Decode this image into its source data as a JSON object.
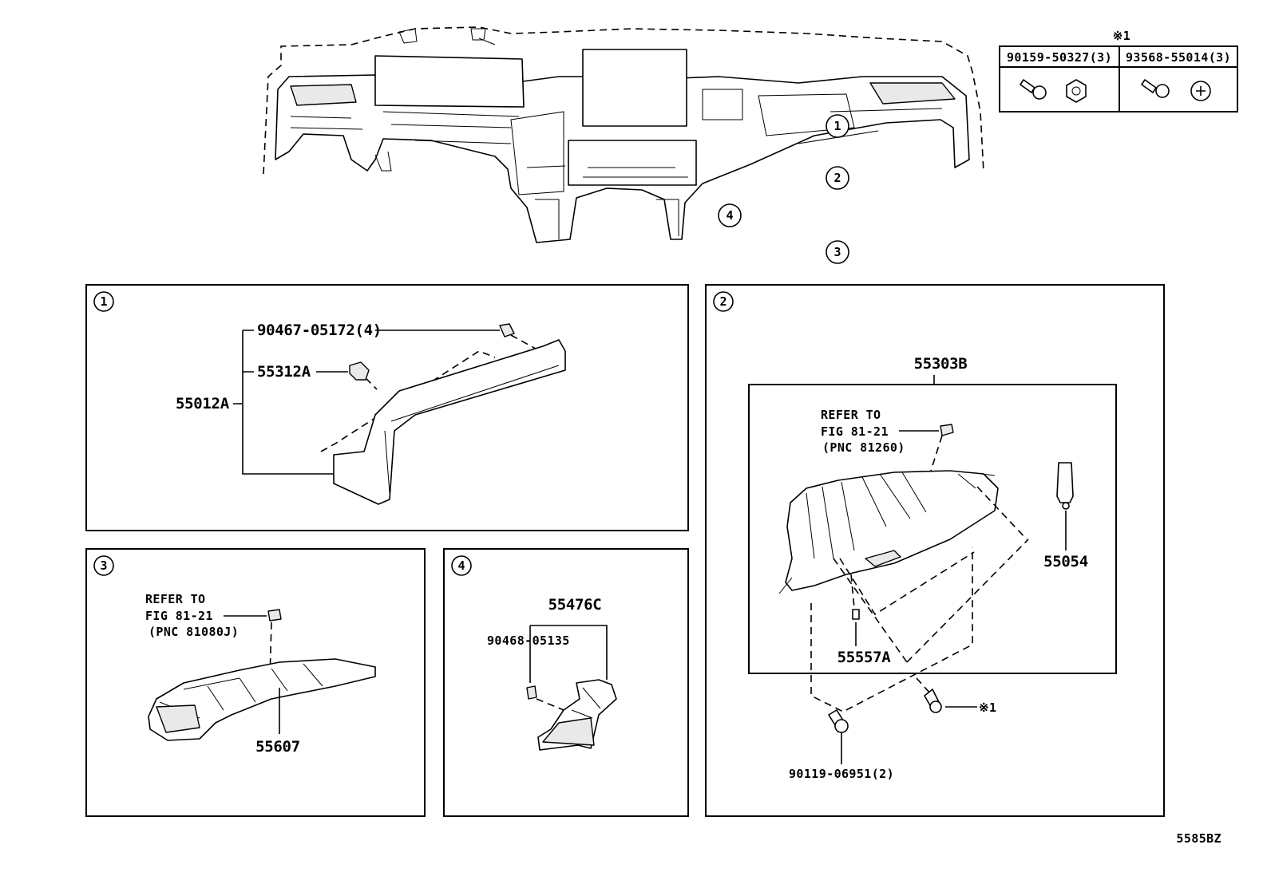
{
  "note_symbol": "※1",
  "top_table": {
    "header": "※1",
    "col1": "90159-50327(3)",
    "col2": "93568-55014(3)"
  },
  "callouts": [
    "1",
    "2",
    "3",
    "4"
  ],
  "panel1": {
    "label_main": "55012A",
    "label_clip": "55312A",
    "label_screw": "90467-05172(4)"
  },
  "panel2": {
    "label_box": "55303B",
    "refer_line1": "REFER TO",
    "refer_line2": "FIG 81-21",
    "refer_line3": "(PNC 81260)",
    "label_damper": "55054",
    "label_stopper": "55557A",
    "label_bolt": "90119-06951(2)",
    "label_note": "※1"
  },
  "panel3": {
    "refer_line1": "REFER TO",
    "refer_line2": "FIG 81-21",
    "refer_line3": "(PNC 81080J)",
    "label_part": "55607"
  },
  "panel4": {
    "label_bracket": "55476C",
    "label_clip": "90468-05135"
  },
  "footer_code": "5585BZ"
}
